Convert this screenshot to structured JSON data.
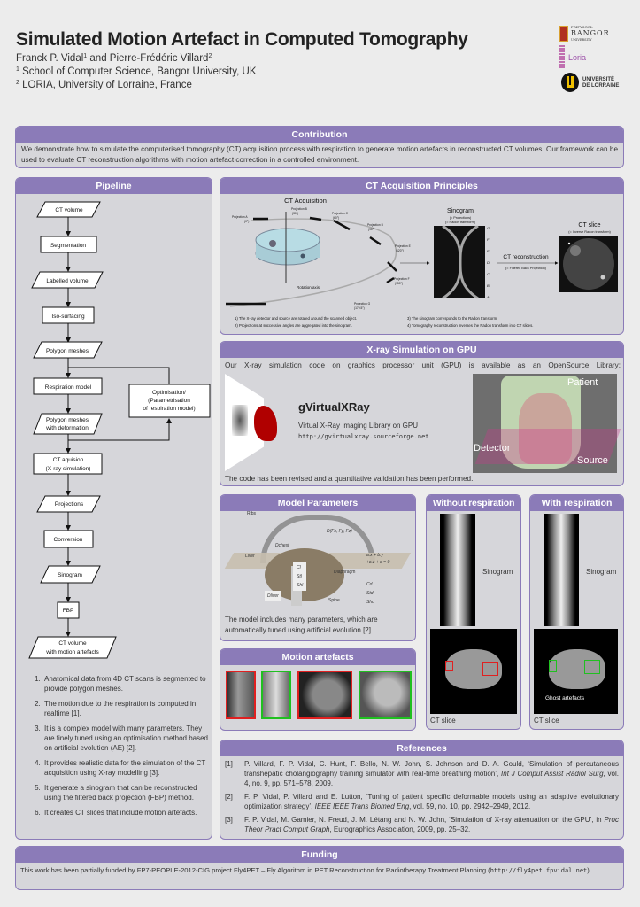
{
  "header": {
    "title": "Simulated Motion Artefact in Computed Tomography",
    "authors": [
      {
        "name": "Franck P. Vidal",
        "sup": "1"
      },
      {
        "name": "Pierre-Frédéric Villard",
        "sup": "2"
      }
    ],
    "authors_join": "and",
    "affiliations": [
      {
        "sup": "1",
        "text": "School of Computer Science, Bangor University, UK"
      },
      {
        "sup": "2",
        "text": "LORIA, University of Lorraine, France"
      }
    ],
    "logos": {
      "bangor": [
        "PRIFYSGOL",
        "BANGOR",
        "UNIVERSITY"
      ],
      "loria": "Loria",
      "lorraine": [
        "UNIVERSITÉ",
        "DE LORRAINE"
      ]
    }
  },
  "contribution": {
    "title": "Contribution",
    "text": "We demonstrate how to simulate the computerised tomography (CT) acquisition process with respiration to generate motion artefacts in reconstructed CT volumes. Our framework can be used to evaluate CT reconstruction algorithms with motion artefact correction in a controlled environment."
  },
  "pipeline": {
    "title": "Pipeline",
    "nodes": [
      "CT volume",
      "Segmentation",
      "Labelled volume",
      "Iso-surfacing",
      "Polygon meshes",
      "Respiration model",
      "Polygon meshes",
      "with deformation",
      "CT aquision",
      "(X-ray simulation)",
      "Projections",
      "Conversion",
      "Sinogram",
      "FBP",
      "CT volume",
      "with motion artefacts"
    ],
    "optimisation": [
      "Optimisation/",
      "(Parametrisation",
      "of respiration model)"
    ],
    "steps": [
      "Anatomical data from 4D CT scans is segmented to provide polygon meshes.",
      "The motion due to the respiration is computed in realtime [1].",
      "It is a complex model with many parameters. They are finely tuned using an optimisation method based on artificial evolution (AE) [2].",
      "It provides realistic data for the simulation of the CT acquisition using X-ray modelling [3].",
      "It generate a sinogram that can be reconstructed using the filtered back projection (FBP) method.",
      "It creates CT slices that include motion artefacts."
    ]
  },
  "ct_principles": {
    "title": "CT Acquisition Principles",
    "acq_label": "CT Acquisition",
    "rotation_axis": "Rotation axis",
    "projections": [
      {
        "name": "Projection A",
        "angle": "(0°)"
      },
      {
        "name": "Projection B",
        "angle": "(30°)"
      },
      {
        "name": "Projection C",
        "angle": "(60°)"
      },
      {
        "name": "Projection D",
        "angle": "(90°)"
      },
      {
        "name": "Projection E",
        "angle": "(120°)"
      },
      {
        "name": "Projection F",
        "angle": "(150°)"
      },
      {
        "name": "Projection G",
        "angle": "(179.5°)"
      }
    ],
    "sinogram": "Sinogram",
    "sinogram_sub1": "(= Projections)",
    "sinogram_sub2": "(= Radon transform)",
    "sino_ticks": [
      "G",
      "F",
      "E",
      "D",
      "C",
      "B",
      "A"
    ],
    "recon": "CT reconstruction",
    "recon_sub": "(= Filtered Back Projection)",
    "slice": "CT slice",
    "slice_sub": "(= Inverse Radon transform)",
    "captions": [
      "1) The X-ray detector and source are rotated around the scanned object.",
      "2) Projections at successive angles are aggregated into the sinogram.",
      "3) The sinogram corresponds to the Radon transform.",
      "4) Tomography reconstruction inverses the Radon transform into CT slices."
    ]
  },
  "xray": {
    "title": "X-ray Simulation on GPU",
    "intro": "Our X-ray simulation code on graphics processor unit (GPU) is available as an OpenSource Library:",
    "lib_name": "gVirtualXRay",
    "lib_desc": "Virtual X-Ray Imaging Library on GPU",
    "lib_url": "http://gvirtualxray.sourceforge.net",
    "labels": {
      "patient": "Patient",
      "detector": "Detector",
      "source": "Source"
    },
    "footer": "The code has been revised and a quantitative validation has been performed."
  },
  "model": {
    "title": "Model Parameters",
    "labels": {
      "ribs": "Ribs",
      "d_f": "D(Fx, Fy, Fz)",
      "d_chest": "Dchest",
      "liver": "Liver",
      "cl": "Cl",
      "stl": "Stl",
      "shl": "Shl",
      "plane1": "a.x + b.y",
      "plane2": "+c.z + d = 0",
      "diaphragm": "Diaphragm",
      "cd": "Cd",
      "std": "Std",
      "shd": "Shd",
      "d_liver": "Dliver",
      "spine": "Spine"
    },
    "text": "The model includes many parameters, which are automatically tuned using artificial evolution [2]."
  },
  "without": {
    "title": "Without respiration",
    "sinogram": "Sinogram",
    "slice": "CT slice"
  },
  "with": {
    "title": "With respiration",
    "sinogram": "Sinogram",
    "slice": "CT slice",
    "ghost": "Ghost artefacts"
  },
  "motion": {
    "title": "Motion artefacts",
    "frame_colors": [
      "#e02020",
      "#20c020",
      "#e02020",
      "#20c020"
    ]
  },
  "references": {
    "title": "References",
    "items": [
      {
        "n": "[1]",
        "text": "P. Villard, F. P. Vidal, C. Hunt, F. Bello, N. W. John, S. Johnson and D. A. Gould, ‘Simulation of percutaneous transhepatic cholangiography training simulator with real-time breathing motion’, ",
        "venue": "Int J Comput Assist Radiol Surg",
        "rest": ", vol. 4, no. 9, pp. 571–578, 2009."
      },
      {
        "n": "[2]",
        "text": "F. P. Vidal, P. Villard and E. Lutton, ‘Tuning of patient specific deformable models using an adaptive evolutionary optimization strategy’, ",
        "venue": "IEEE IEEE Trans Biomed Eng",
        "rest": ", vol. 59, no. 10, pp. 2942–2949, 2012."
      },
      {
        "n": "[3]",
        "text": "F. P. Vidal, M. Gamier, N. Freud, J. M. Létang and N. W. John, ‘Simulation of X-ray attenuation on the GPU’, in ",
        "venue": "Proc Theor Pract Comput Graph",
        "rest": ", Eurographics Association, 2009, pp. 25–32."
      }
    ]
  },
  "funding": {
    "title": "Funding",
    "text": "This work has been partially funded by FP7-PEOPLE-2012-CIG project Fly4PET – Fly Algorithm in PET Reconstruction for Radiotherapy Treatment Planning (",
    "url": "http://fly4pet.fpvidal.net",
    "end": ")."
  },
  "colors": {
    "accent": "#8b7bb8",
    "panel": "#d6d6da",
    "background": "#ececec"
  }
}
